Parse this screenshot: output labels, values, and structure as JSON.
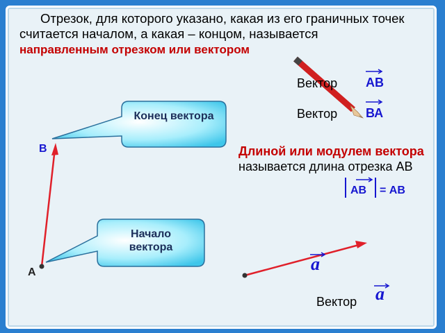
{
  "intro": {
    "plain": "Отрезок, для которого указано, какая из его граничных точек считается началом, а какая – концом, называется",
    "emph": "направленным отрезком или вектором"
  },
  "vectors": {
    "word1": "Вектор",
    "name1": "АВ",
    "word2": "Вектор",
    "name2": "ВА",
    "word3": "Вектор",
    "name3": "a",
    "small_a": "a"
  },
  "callouts": {
    "end": "Конец вектора",
    "start": "Начало вектора"
  },
  "definition": {
    "emph": "Длиной или модулем вектора",
    "plain": "называется длина отрезка АВ"
  },
  "formula": {
    "left": "АВ",
    "eq": "= АВ"
  },
  "points": {
    "B": "B",
    "A": "A"
  },
  "colors": {
    "vector_red": "#e0202a",
    "text_blue": "#1616d0",
    "emph_red": "#c40000",
    "callout_fill": "#5cd8f4"
  }
}
